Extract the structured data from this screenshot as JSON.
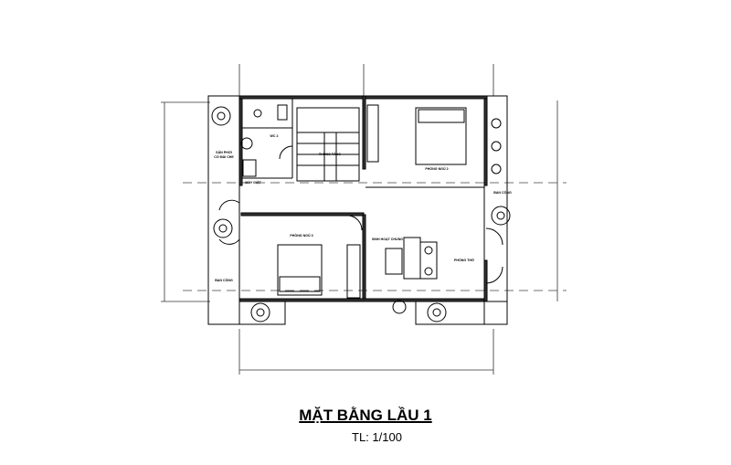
{
  "drawing": {
    "title": "MẶT BẰNG  LẦU 1",
    "scale": "TL: 1/100",
    "rooms": {
      "wc": "WC 2",
      "drying_yard": "SÂN PHƠI",
      "drying_yard_2": "CÓ MÁI CHE",
      "washer": "MÁY GIẶT",
      "stair_void": "THÔNG TẦNG",
      "bedroom_2": "PHÒNG NGỦ 2",
      "bedroom_3": "PHÒNG NGỦ 3",
      "living": "SINH HOẠT CHUNG",
      "altar_room": "PHÒNG THỜ",
      "balcony_right": "BAN CÔNG",
      "balcony_left": "BAN CÔNG"
    }
  }
}
